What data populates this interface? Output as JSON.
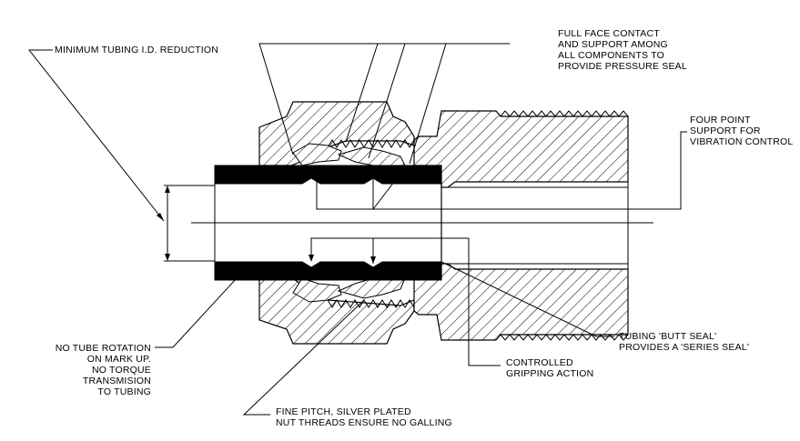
{
  "colors": {
    "ink": "#000000",
    "paper": "#ffffff"
  },
  "callouts": {
    "min_id_reduction": [
      "MINIMUM TUBING I.D. REDUCTION"
    ],
    "full_face_contact": [
      "FULL FACE CONTACT",
      "AND SUPPORT AMONG",
      "ALL COMPONENTS TO",
      "PROVIDE  PRESSURE SEAL"
    ],
    "four_point_support": [
      "FOUR POINT",
      "SUPPORT FOR",
      "VIBRATION CONTROL"
    ],
    "no_tube_rotation": [
      "NO TUBE ROTATION",
      "ON MARK UP.",
      "NO TORQUE",
      "TRANSMISION",
      "TO TUBING"
    ],
    "controlled_gripping": [
      "CONTROLLED",
      "GRIPPING ACTION"
    ],
    "butt_seal": [
      "TUBING 'BUTT SEAL'",
      "PROVIDES A 'SERIES SEAL'"
    ],
    "fine_pitch": [
      "FINE PITCH, SILVER PLATED",
      "NUT THREADS ENSURE NO GALLING"
    ]
  }
}
